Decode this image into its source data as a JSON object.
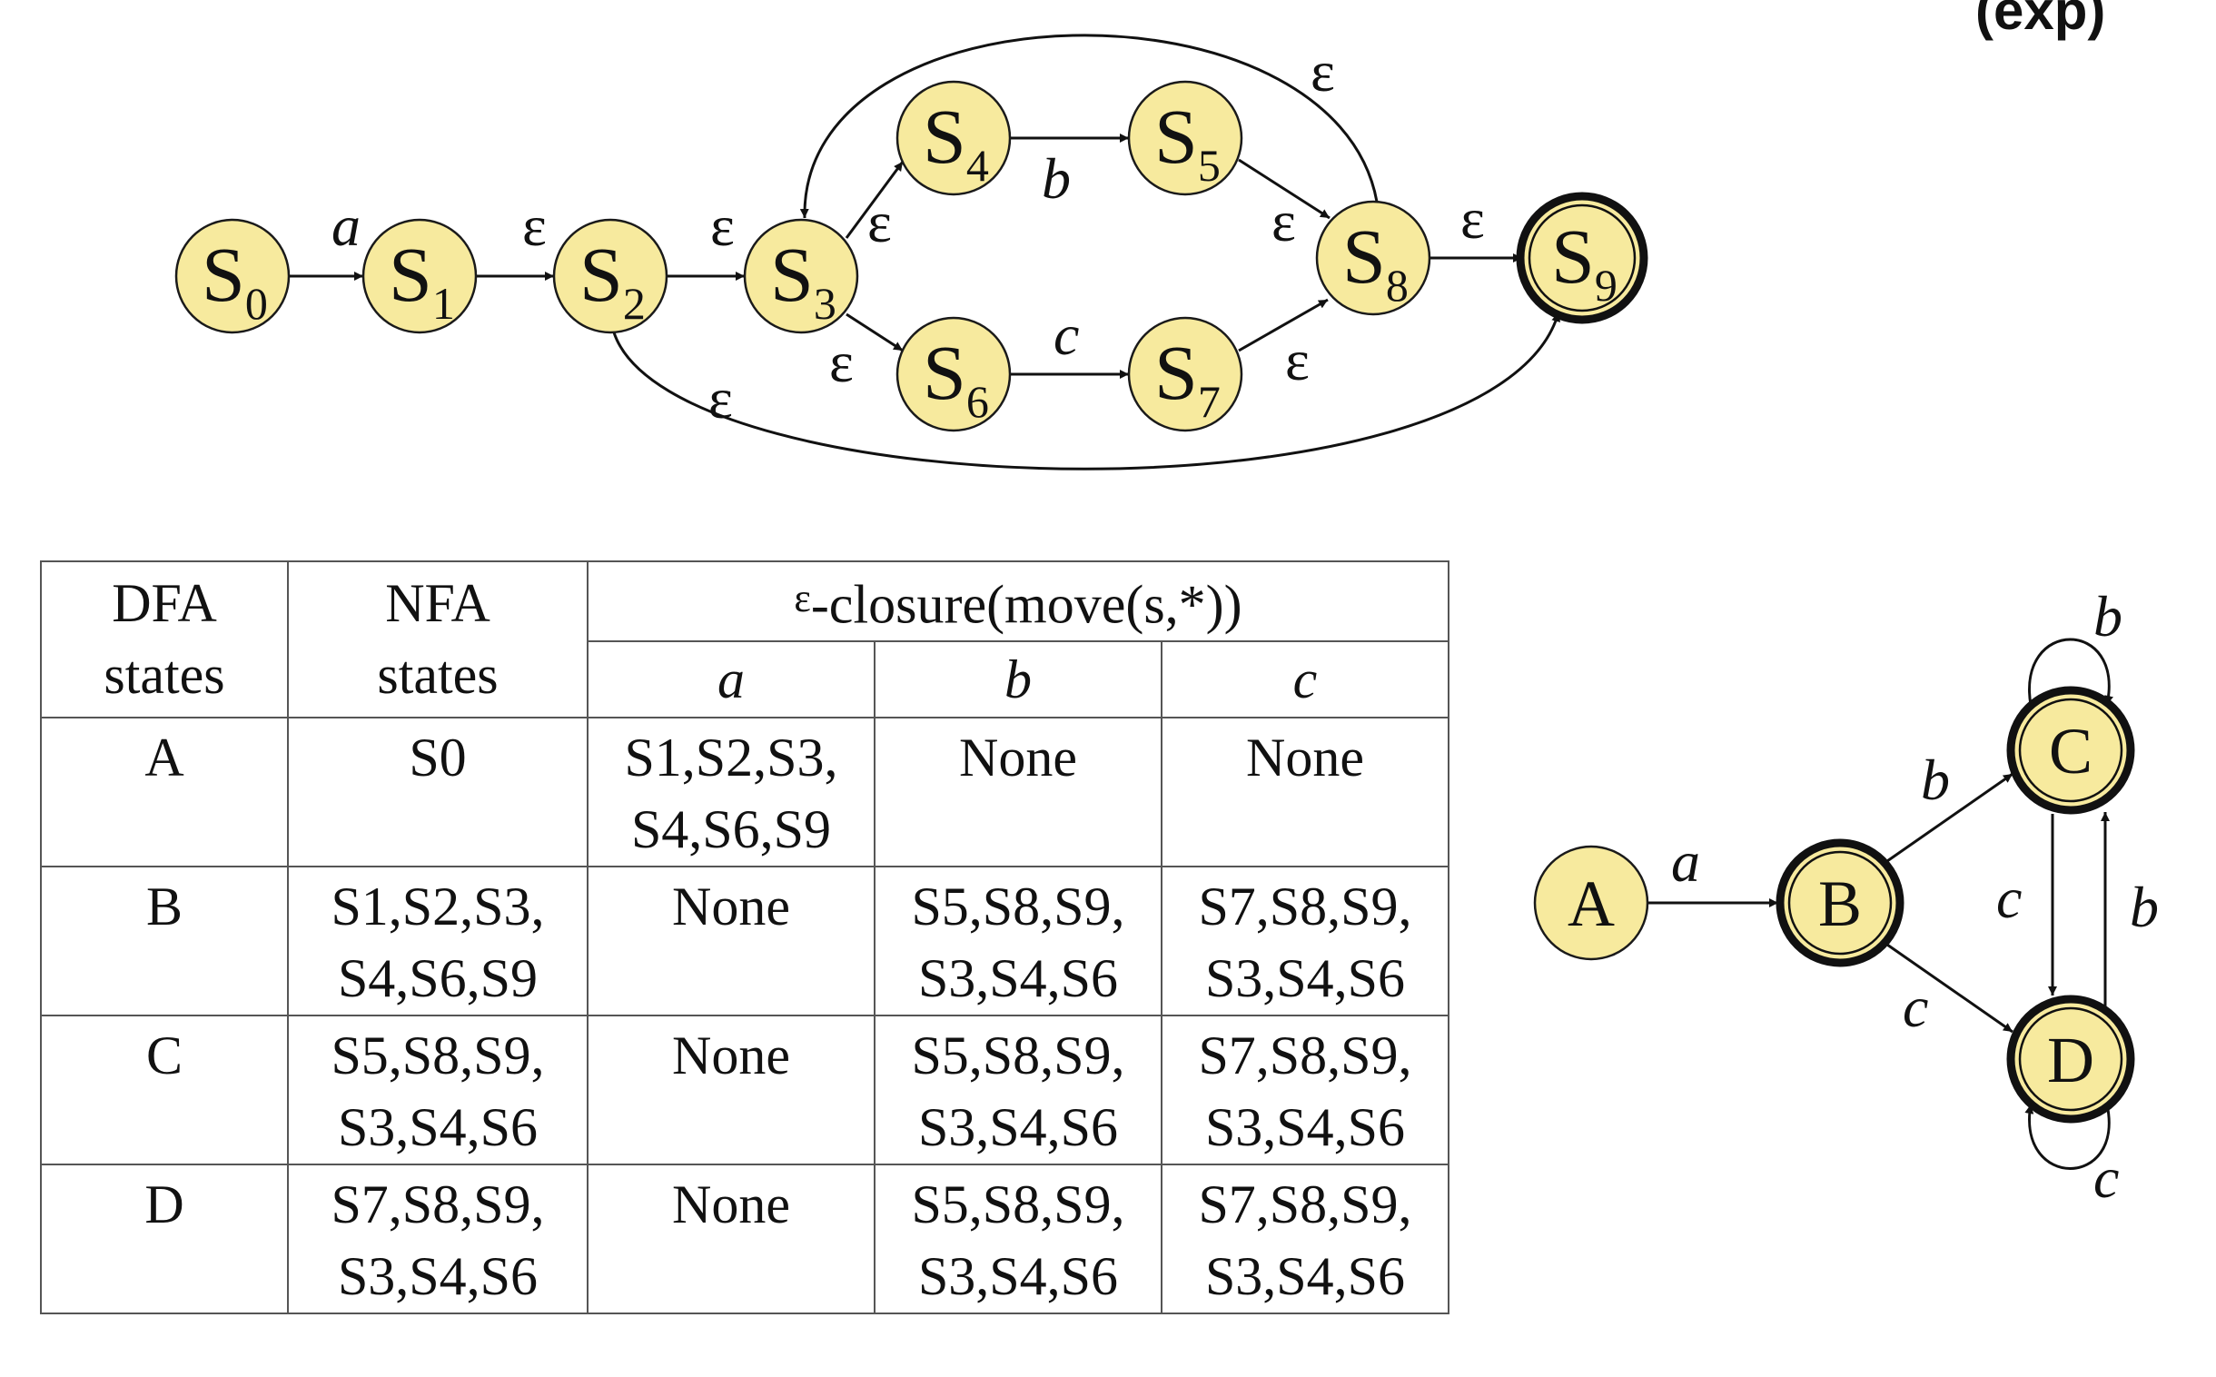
{
  "header": {
    "partial_title": "(exp)"
  },
  "nfa": {
    "states": [
      {
        "id": "S0",
        "base": "S",
        "sub": "0"
      },
      {
        "id": "S1",
        "base": "S",
        "sub": "1"
      },
      {
        "id": "S2",
        "base": "S",
        "sub": "2"
      },
      {
        "id": "S3",
        "base": "S",
        "sub": "3"
      },
      {
        "id": "S4",
        "base": "S",
        "sub": "4"
      },
      {
        "id": "S5",
        "base": "S",
        "sub": "5"
      },
      {
        "id": "S6",
        "base": "S",
        "sub": "6"
      },
      {
        "id": "S7",
        "base": "S",
        "sub": "7"
      },
      {
        "id": "S8",
        "base": "S",
        "sub": "8"
      },
      {
        "id": "S9",
        "base": "S",
        "sub": "9",
        "accepting": true
      }
    ],
    "transitions": [
      {
        "from": "S0",
        "to": "S1",
        "label": "a"
      },
      {
        "from": "S1",
        "to": "S2",
        "label": "ε"
      },
      {
        "from": "S2",
        "to": "S3",
        "label": "ε"
      },
      {
        "from": "S3",
        "to": "S4",
        "label": "ε"
      },
      {
        "from": "S3",
        "to": "S6",
        "label": "ε"
      },
      {
        "from": "S4",
        "to": "S5",
        "label": "b"
      },
      {
        "from": "S6",
        "to": "S7",
        "label": "c"
      },
      {
        "from": "S5",
        "to": "S8",
        "label": "ε"
      },
      {
        "from": "S7",
        "to": "S8",
        "label": "ε"
      },
      {
        "from": "S8",
        "to": "S9",
        "label": "ε"
      },
      {
        "from": "S8",
        "to": "S3",
        "label": "ε"
      },
      {
        "from": "S2",
        "to": "S9",
        "label": "ε"
      }
    ]
  },
  "table": {
    "col_dfa": [
      "DFA",
      "states"
    ],
    "col_nfa": [
      "NFA",
      "states"
    ],
    "closure_prefix": "ε",
    "closure_title": "-closure(move(s,*))",
    "symbols": [
      "a",
      "b",
      "c"
    ],
    "rows": [
      {
        "dfa": "A",
        "nfa": [
          "S0"
        ],
        "a": [
          "S1,S2,S3,",
          "S4,S6,S9"
        ],
        "b": [
          "None"
        ],
        "c": [
          "None"
        ]
      },
      {
        "dfa": "B",
        "nfa": [
          "S1,S2,S3,",
          "S4,S6,S9"
        ],
        "a": [
          "None"
        ],
        "b": [
          "S5,S8,S9,",
          "S3,S4,S6"
        ],
        "c": [
          "S7,S8,S9,",
          "S3,S4,S6"
        ]
      },
      {
        "dfa": "C",
        "nfa": [
          "S5,S8,S9,",
          "S3,S4,S6"
        ],
        "a": [
          "None"
        ],
        "b": [
          "S5,S8,S9,",
          "S3,S4,S6"
        ],
        "c": [
          "S7,S8,S9,",
          "S3,S4,S6"
        ]
      },
      {
        "dfa": "D",
        "nfa": [
          "S7,S8,S9,",
          "S3,S4,S6"
        ],
        "a": [
          "None"
        ],
        "b": [
          "S5,S8,S9,",
          "S3,S4,S6"
        ],
        "c": [
          "S7,S8,S9,",
          "S3,S4,S6"
        ]
      }
    ]
  },
  "dfa": {
    "states": [
      {
        "id": "A",
        "accepting": false
      },
      {
        "id": "B",
        "accepting": true
      },
      {
        "id": "C",
        "accepting": true
      },
      {
        "id": "D",
        "accepting": true
      }
    ],
    "transitions": [
      {
        "from": "A",
        "to": "B",
        "label": "a"
      },
      {
        "from": "B",
        "to": "C",
        "label": "b"
      },
      {
        "from": "B",
        "to": "D",
        "label": "c"
      },
      {
        "from": "C",
        "to": "C",
        "label": "b"
      },
      {
        "from": "C",
        "to": "D",
        "label": "c"
      },
      {
        "from": "D",
        "to": "C",
        "label": "b"
      },
      {
        "from": "D",
        "to": "D",
        "label": "c"
      }
    ]
  },
  "colors": {
    "state_fill": "#f7ea9e",
    "stroke": "#111111",
    "table_border": "#555555"
  }
}
